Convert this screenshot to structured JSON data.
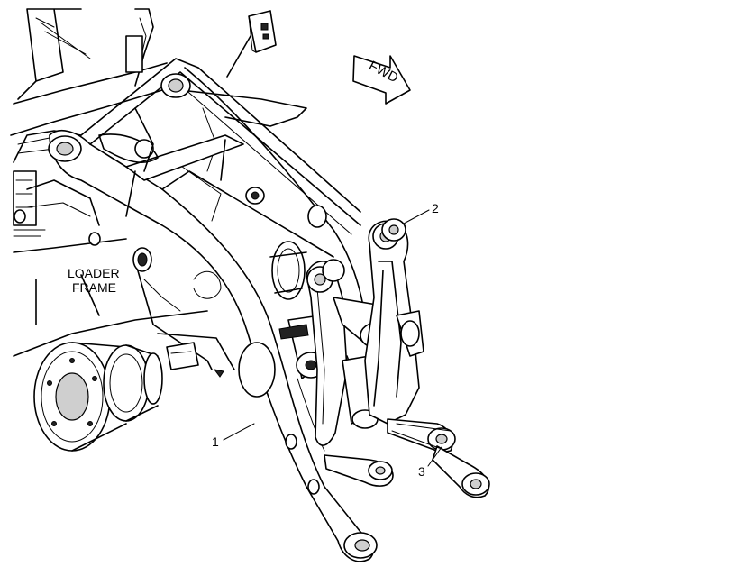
{
  "diagram": {
    "direction_label": "FWD",
    "frame_label_line1": "LOADER",
    "frame_label_line2": "FRAME",
    "callouts": [
      {
        "id": "1"
      },
      {
        "id": "2"
      },
      {
        "id": "3"
      }
    ]
  }
}
